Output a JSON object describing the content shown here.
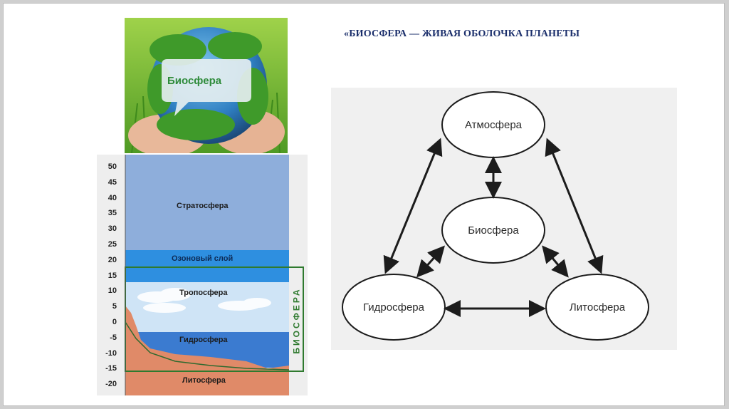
{
  "slide": {
    "title": "«БИОСФЕРА — ЖИВАЯ ОБОЛОЧКА ПЛАНЕТЫ"
  },
  "globe_image": {
    "label": "Биосфера"
  },
  "layers_figure": {
    "ticks": [
      "50",
      "45",
      "40",
      "35",
      "30",
      "25",
      "20",
      "15",
      "10",
      "5",
      "0",
      "-5",
      "-10",
      "-15",
      "-20"
    ],
    "stratosphere": "Стратосфера",
    "ozone": "Озоновый слой",
    "troposphere": "Тропосфера",
    "hydrosphere": "Гидросфера",
    "lithosphere": "Литосфера",
    "biosphere_vertical": "БИОСФЕРА",
    "colors": {
      "stratosphere": "#8eaedb",
      "ozone": "#2e8fe0",
      "troposphere": "#cfe4f6",
      "hydrosphere": "#3b7bd0",
      "lithosphere": "#e08a68",
      "biosphere_border": "#2f7a2f"
    }
  },
  "spheres_diagram": {
    "atmosphere": "Атмосфера",
    "biosphere": "Биосфера",
    "hydrosphere": "Гидросфера",
    "lithosphere": "Литосфера"
  }
}
